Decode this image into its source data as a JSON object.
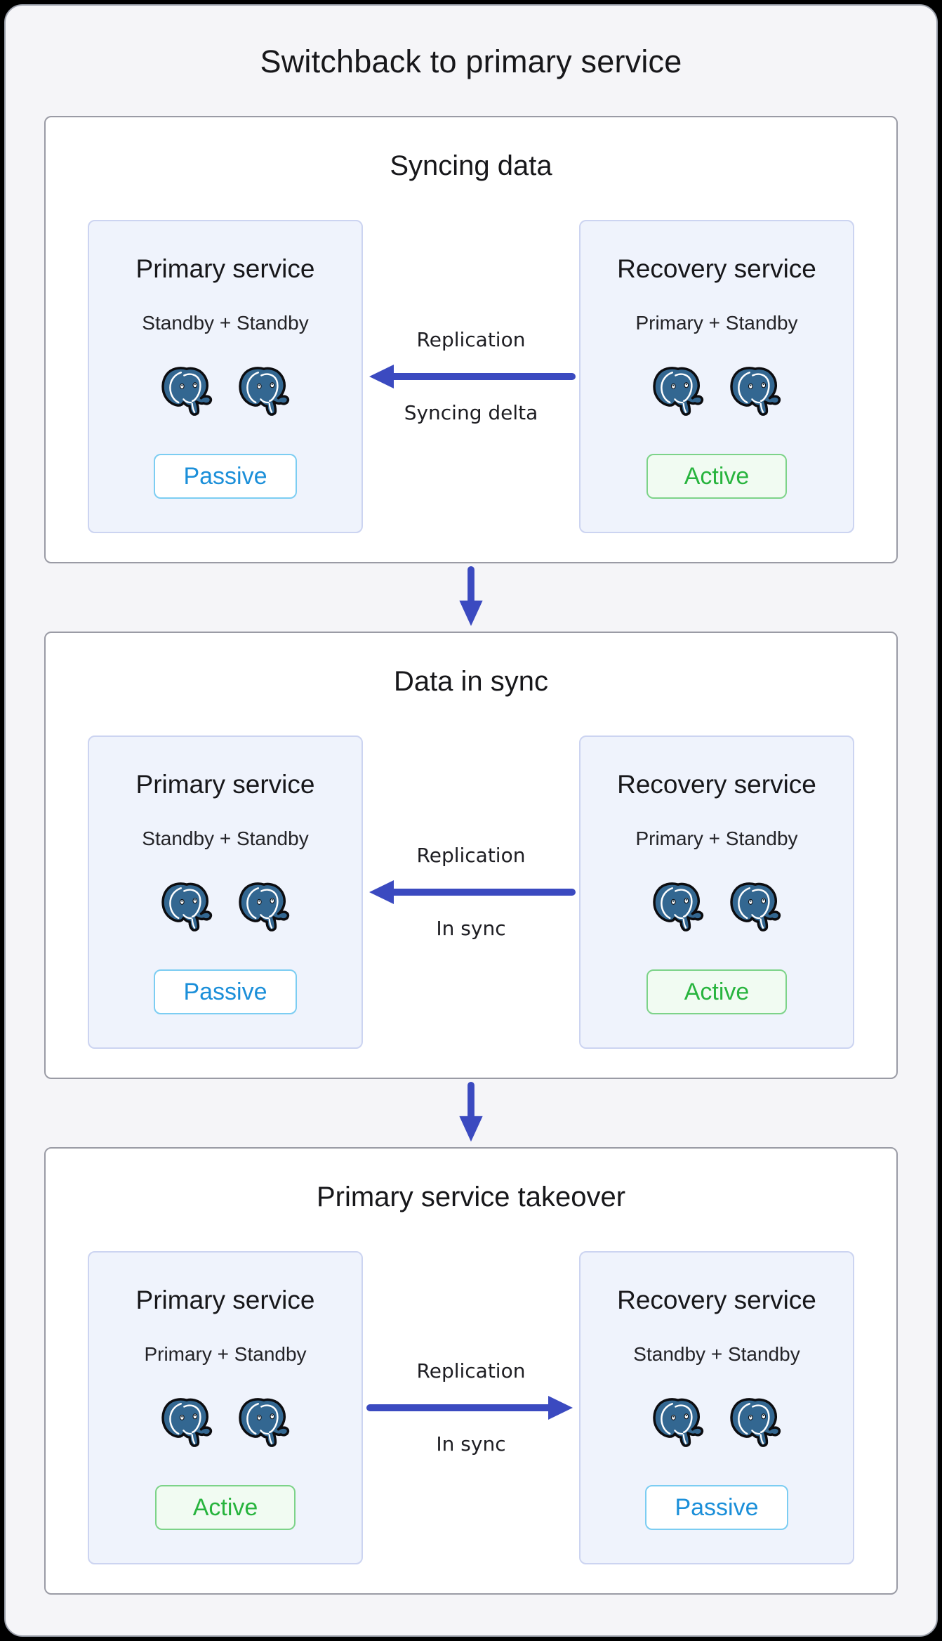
{
  "title": "Switchback to primary service",
  "stages": [
    {
      "title": "Syncing data",
      "primary": {
        "title": "Primary service",
        "subtitle": "Standby + Standby",
        "status": "Passive"
      },
      "recovery": {
        "title": "Recovery service",
        "subtitle": "Primary + Standby",
        "status": "Active"
      },
      "arrow": {
        "direction": "left",
        "label_top": "Replication",
        "label_bottom": "Syncing delta"
      }
    },
    {
      "title": "Data in sync",
      "primary": {
        "title": "Primary service",
        "subtitle": "Standby + Standby",
        "status": "Passive"
      },
      "recovery": {
        "title": "Recovery service",
        "subtitle": "Primary + Standby",
        "status": "Active"
      },
      "arrow": {
        "direction": "left",
        "label_top": "Replication",
        "label_bottom": "In sync"
      }
    },
    {
      "title": "Primary service takeover",
      "primary": {
        "title": "Primary service",
        "subtitle": "Primary + Standby",
        "status": "Active"
      },
      "recovery": {
        "title": "Recovery service",
        "subtitle": "Standby + Standby",
        "status": "Passive"
      },
      "arrow": {
        "direction": "right",
        "label_top": "Replication",
        "label_bottom": "In sync"
      }
    }
  ],
  "icons": {
    "database": "postgresql-elephant-icon",
    "flow": "down-arrow-icon"
  },
  "colors": {
    "accent_blue": "#3b4ac0",
    "postgres_blue": "#336791",
    "page_bg": "#f5f5f8",
    "section_border": "#9a9ba5",
    "card_bg": "#eff3fc",
    "card_border": "#ccd4f1",
    "passive_text": "#1b8fd9",
    "passive_border": "#7ccdf2",
    "active_text": "#28b43e",
    "active_border": "#7dd389"
  }
}
